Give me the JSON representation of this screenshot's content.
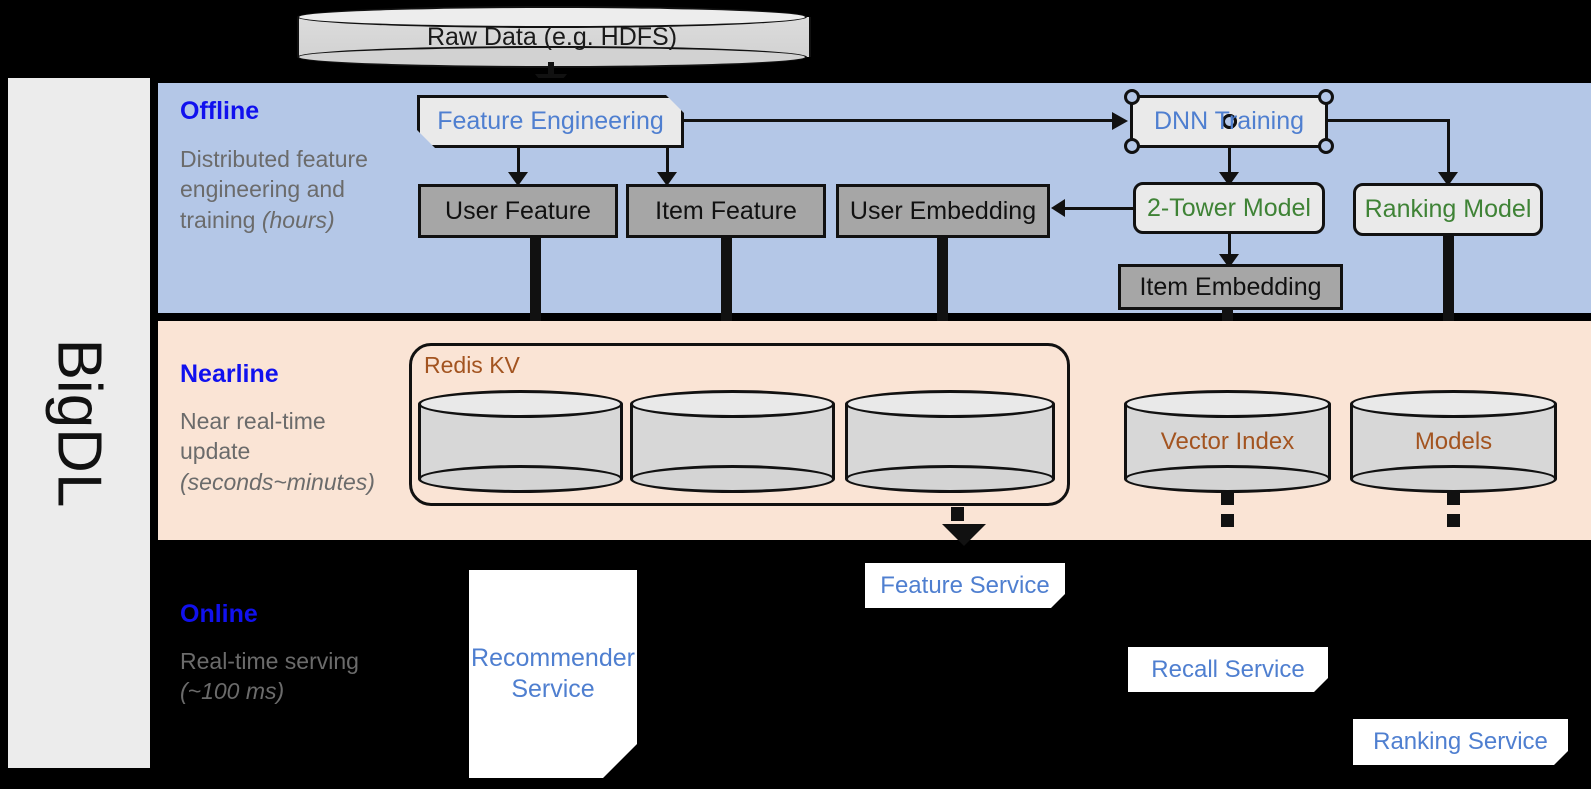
{
  "sidebar": {
    "label": "BigDL"
  },
  "top": {
    "raw_data_label": "Raw Data (e.g. HDFS)"
  },
  "bands": [
    {
      "id": "offline",
      "title": "Offline",
      "subtitle_plain": "Distributed feature engineering and training ",
      "subtitle_italic": "(hours)",
      "bg_color": "#b4c7e7"
    },
    {
      "id": "nearline",
      "title": "Nearline",
      "subtitle_plain": "Near real-time update ",
      "subtitle_italic": "(seconds~minutes)",
      "bg_color": "#fae4d5"
    },
    {
      "id": "online",
      "title": "Online",
      "subtitle_plain": "Real-time serving ",
      "subtitle_italic": "(~100 ms)",
      "bg_color": "#000000"
    }
  ],
  "offline": {
    "feature_engineering": "Feature Engineering",
    "dnn_training": "DNN Training",
    "user_feature": "User Feature",
    "item_feature": "Item Feature",
    "user_embedding": "User Embedding",
    "two_tower_model": "2-Tower Model",
    "ranking_model": "Ranking Model",
    "item_embedding": "Item Embedding"
  },
  "nearline": {
    "redis_kv": "Redis KV",
    "vector_index": "Vector Index",
    "models": "Models"
  },
  "online": {
    "recommender_service": "Recommender Service",
    "feature_service": "Feature Service",
    "recall_service": "Recall Service",
    "ranking_service": "Ranking Service"
  },
  "colors": {
    "title_blue": "#1111EE",
    "label_blue": "#4F7FD0",
    "label_green": "#3F8336",
    "label_brown": "#A35420",
    "offline_bg": "#B4C7E7",
    "nearline_bg": "#FAE4D5",
    "online_bg": "#000000",
    "sidebar_bg": "#ECECEC",
    "gray_box": "#A6A6A6",
    "light_box": "#EAEAEA"
  }
}
